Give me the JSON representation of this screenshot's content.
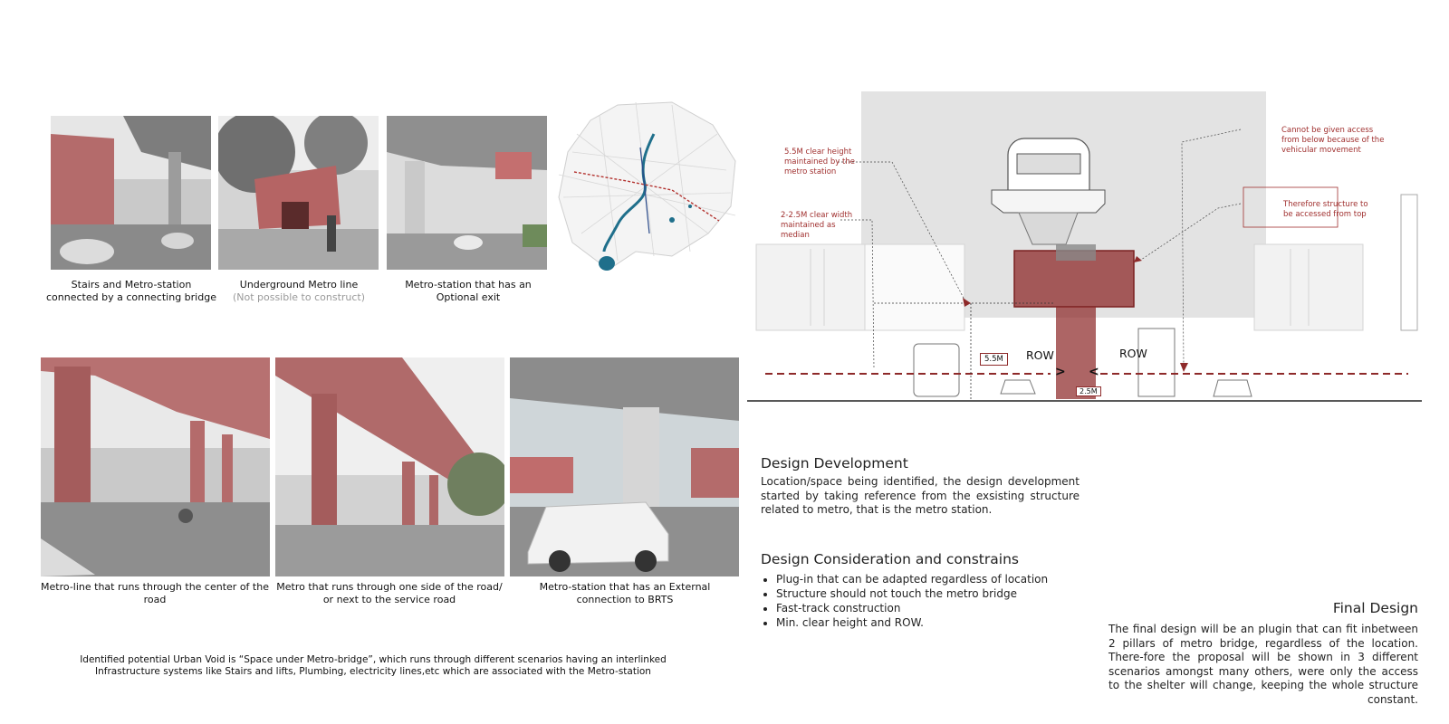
{
  "photos_top": [
    {
      "caption": "Stairs and Metro-station connected by a connecting bridge",
      "sub": ""
    },
    {
      "caption": "Underground Metro line",
      "sub": "(Not possible to construct)"
    },
    {
      "caption": "Metro-station that has an Optional exit",
      "sub": ""
    }
  ],
  "photos_bottom": [
    {
      "caption": "Metro-line that runs through the center of the road"
    },
    {
      "caption": "Metro that runs through one side of the road/ or next to the service road"
    },
    {
      "caption": "Metro-station that has an External connection to BRTS"
    }
  ],
  "summary": "Identified potential Urban Void is “Space under Metro-bridge”, which runs through different scenarios having an interlinked Infrastructure systems like Stairs and lifts, Plumbing, electricity lines,etc which are associated with the Metro-station",
  "section": {
    "annotations": {
      "clear_height": "5.5M clear height maintained by the metro station",
      "clear_width": "2-2.5M clear width maintained as median",
      "no_access": "Cannot be given access from below because of the vehicular movement",
      "top_access": "Therefore structure to be accessed from top"
    },
    "dimension_height": "5.5M",
    "dimension_width": "2.5M",
    "row_left": "ROW",
    "row_right": "ROW",
    "colors": {
      "accent": "#a0302f",
      "highlight": "#8e2a2a",
      "building": "#e3e3e3"
    }
  },
  "design_development": {
    "title": "Design Development",
    "text": "Location/space being identified, the design development started by taking reference from the exsisting structure related to metro, that is the metro station."
  },
  "design_consideration": {
    "title": "Design Consideration and constrains",
    "items": [
      "Plug-in that can be adapted regardless of location",
      "Structure should not touch the metro bridge",
      "Fast-track construction",
      "Min. clear height and ROW."
    ]
  },
  "final_design": {
    "title": "Final Design",
    "text": "The final design will be an plugin that can fit inbetween 2 pillars of metro bridge, regardless of the location. There-fore the proposal will be shown in 3 different scenarios amongst many others, were only the access to the shelter will change, keeping the whole structure constant."
  }
}
